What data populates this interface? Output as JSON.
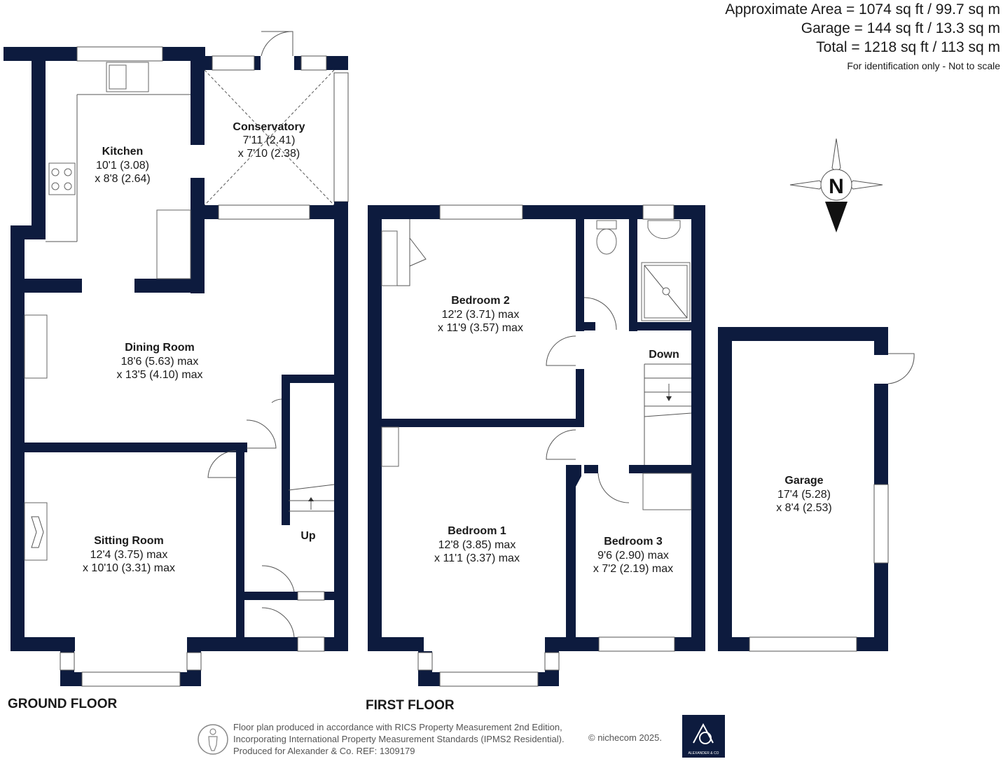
{
  "summary": {
    "area": "Approximate Area = 1074 sq ft / 99.7 sq m",
    "garage": "Garage = 144 sq ft / 13.3  sq m",
    "total": "Total = 1218 sq ft / 113 sq m",
    "note": "For identification only - Not to scale"
  },
  "rooms": {
    "kitchen": {
      "name": "Kitchen",
      "dim1": "10'1 (3.08)",
      "dim2": "x 8'8 (2.64)"
    },
    "conservatory": {
      "name": "Conservatory",
      "dim1": "7'11 (2.41)",
      "dim2": "x 7'10 (2.38)"
    },
    "dining": {
      "name": "Dining Room",
      "dim1": "18'6 (5.63) max",
      "dim2": "x 13'5 (4.10) max"
    },
    "sitting": {
      "name": "Sitting Room",
      "dim1": "12'4 (3.75) max",
      "dim2": "x 10'10 (3.31) max"
    },
    "bedroom2": {
      "name": "Bedroom 2",
      "dim1": "12'2 (3.71) max",
      "dim2": "x 11'9 (3.57) max"
    },
    "bedroom1": {
      "name": "Bedroom 1",
      "dim1": "12'8 (3.85) max",
      "dim2": "x 11'1 (3.37) max"
    },
    "bedroom3": {
      "name": "Bedroom 3",
      "dim1": "9'6 (2.90) max",
      "dim2": "x 7'2 (2.19) max"
    },
    "garage": {
      "name": "Garage",
      "dim1": "17'4 (5.28)",
      "dim2": "x 8'4 (2.53)"
    }
  },
  "stairs": {
    "up": "Up",
    "down": "Down"
  },
  "compass": {
    "north": "N"
  },
  "floors": {
    "ground": "GROUND FLOOR",
    "first": "FIRST FLOOR"
  },
  "footer": {
    "line1": "Floor plan produced in accordance with RICS Property Measurement 2nd Edition,",
    "line2": "Incorporating International Property Measurement Standards (IPMS2 Residential).",
    "line3": "Produced for Alexander & Co.    REF:  1309179",
    "copyright": "© nichecom 2025.",
    "logo_text": "ALEXANDER & CO"
  },
  "colors": {
    "wall": "#0d1b3e"
  }
}
